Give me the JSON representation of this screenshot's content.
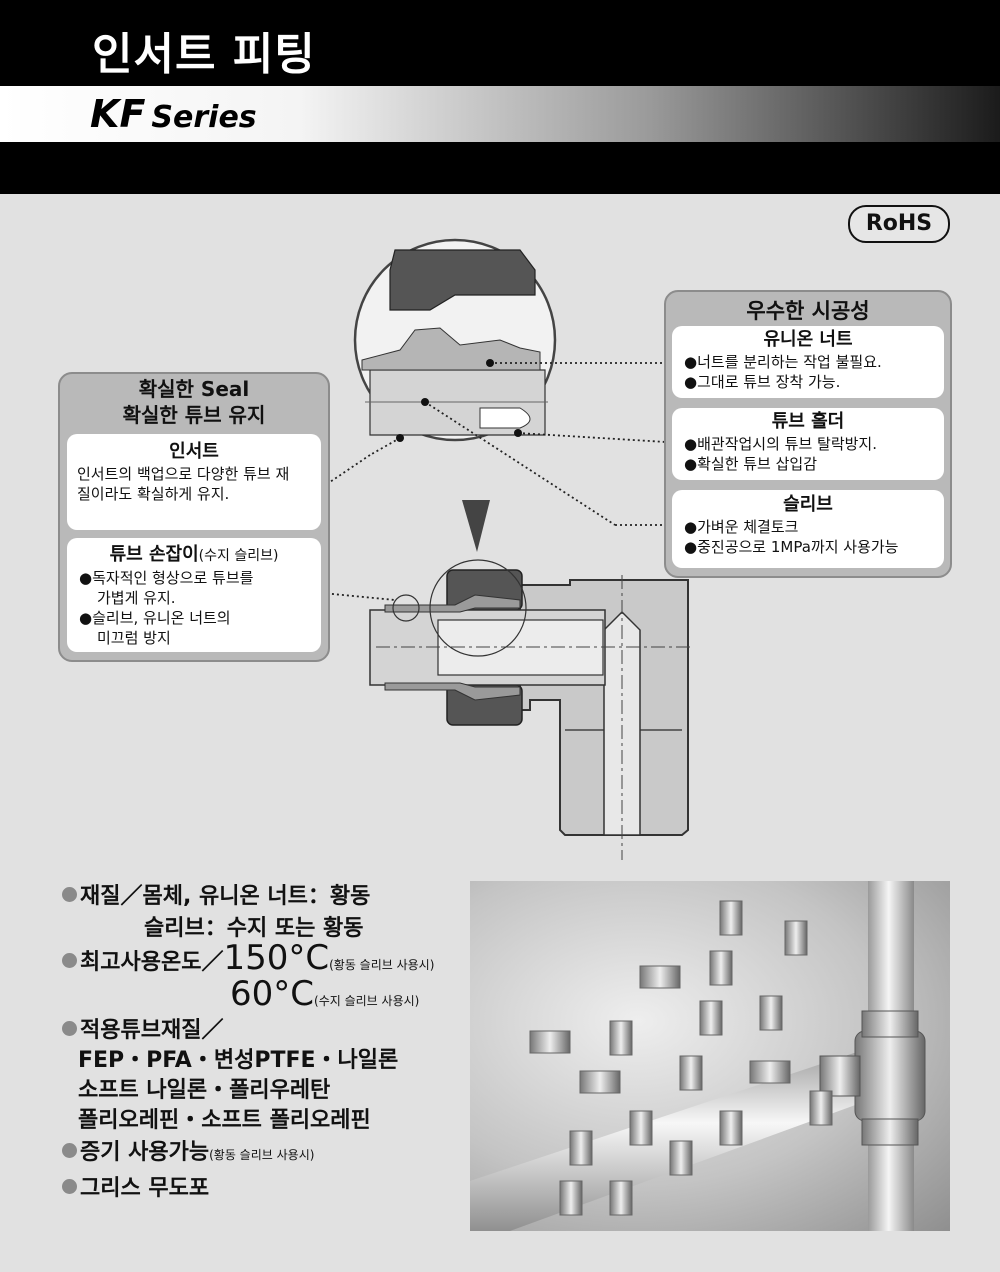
{
  "header": {
    "title": "인서트 피팅",
    "series_kf": "KF",
    "series_word": "Series"
  },
  "badge": "RoHS",
  "left_callout": {
    "title_line1": "확실한 Seal",
    "title_line2": "확실한 튜브 유지",
    "card1": {
      "title": "인서트",
      "text_line1": "인서트의 백업으로 다양한 튜브 재",
      "text_line2": "질이라도 확실하게 유지."
    },
    "card2": {
      "title": "튜브 손잡이",
      "title_suffix": "(수지 슬리브)",
      "b1_line1": "●독자적인 형상으로 튜브를",
      "b1_line2": "가볍게 유지.",
      "b2_line1": "●슬리브, 유니온 너트의",
      "b2_line2": "미끄럼 방지"
    }
  },
  "right_callout": {
    "title": "우수한 시공성",
    "card1": {
      "title": "유니온 너트",
      "b1": "●너트를 분리하는 작업 불필요.",
      "b2": "●그대로 튜브 장착 가능."
    },
    "card2": {
      "title": "튜브 홀더",
      "b1": "●배관작업시의 튜브 탈락방지.",
      "b2": "●확실한 튜브 삽입감"
    },
    "card3": {
      "title": "슬리브",
      "b1": "●가벼운 체결토크",
      "b2": "●중진공으로 1MPa까지 사용가능"
    }
  },
  "specs": {
    "material_line1": "재질／몸체, 유니온 너트：황동",
    "material_line2": "슬리브：수지 또는 황동",
    "temp_label": "최고사용온도／",
    "temp1_value": "150°C",
    "temp1_note": "(황동 슬리브 사용시)",
    "temp2_value": "60°C",
    "temp2_note": "(수지 슬리브 사용시)",
    "tube_label": "적용튜브재질／",
    "tube_line1": "FEP・PFA・변성PTFE・나일론",
    "tube_line2": "소프트 나일론・폴리우레탄",
    "tube_line3": "폴리오레핀・소프트 폴리오레핀",
    "steam": "증기 사용가능",
    "steam_note": "(황동 슬리브 사용시)",
    "grease": "그리스 무도포"
  },
  "colors": {
    "header_bg": "#000000",
    "page_bg": "#e1e1e1",
    "callout_bg": "#b9b9b9",
    "metal": "#c9c9c9",
    "dark_part": "#555555"
  }
}
